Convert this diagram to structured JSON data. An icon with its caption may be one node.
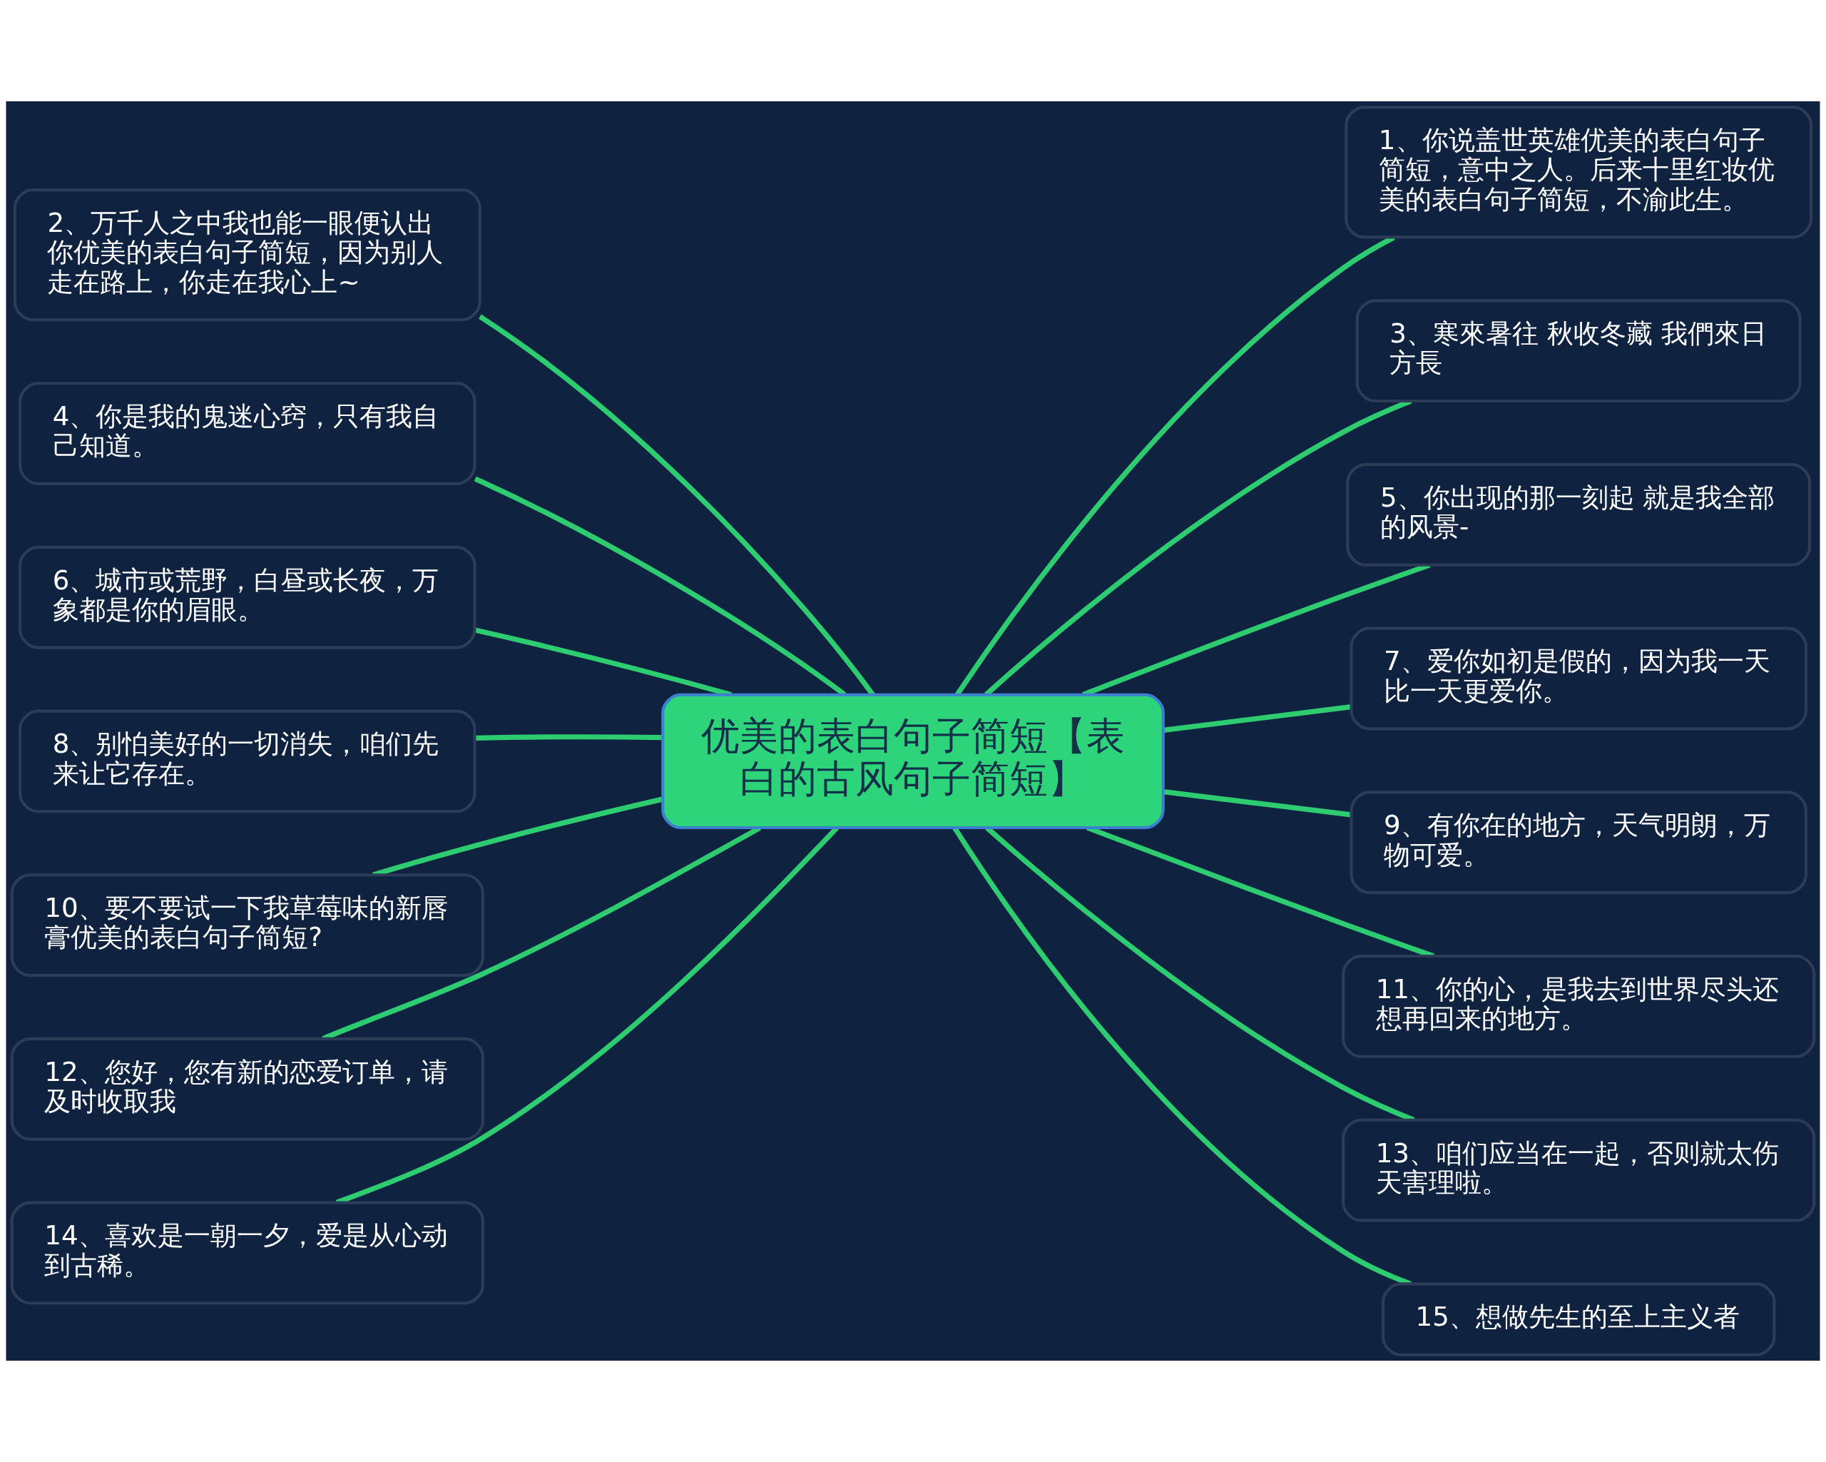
{
  "diagram": {
    "nodes": [
      {
        "text": [
          "优美的表白句子简短【表白的古风句子简短】"
        ]
      },
      {
        "text": [
          "1、你说盖世英雄优美的表白句子简短，意中之人。后来十里红妆优美的表白句子简短，不渝此生。"
        ]
      },
      {
        "text": [
          "2、万千人之中我也能一眼便认出你优美的表白句子简短，因为别人走在路上，你走在我心上~"
        ]
      },
      {
        "text": [
          "3、寒來暑往 秋收冬藏 我們來日方長"
        ]
      },
      {
        "text": [
          "4、你是我的鬼迷心窍，只有我自己知道。"
        ]
      },
      {
        "text": [
          "5、你出现的那一刻起 就是我全部的风景-"
        ]
      },
      {
        "text": [
          "6、城市或荒野，白昼或长夜，万象都是你的眉眼。"
        ]
      },
      {
        "text": [
          "7、爱你如初是假的，因为我一天比一天更爱你。"
        ]
      },
      {
        "text": [
          "8、别怕美好的一切消失，咱们先来让它存在。"
        ]
      },
      {
        "text": [
          "9、有你在的地方，天气明朗，万物可爱。"
        ]
      },
      {
        "text": [
          "10、要不要试一下我草莓味的新唇膏优美的表白句子简短?"
        ]
      },
      {
        "text": [
          "11、你的心，是我去到世界尽头还想再回来的地方。"
        ]
      },
      {
        "text": [
          "12、您好，您有新的恋爱订单，请及时收取我"
        ]
      },
      {
        "text": [
          "13、咱们应当在一起，否则就太伤天害理啦。"
        ]
      },
      {
        "text": [
          "14、喜欢是一朝一夕，爱是从心动到古稀。"
        ]
      },
      {
        "text": [
          "15、想做先生的至上主义者"
        ]
      }
    ],
    "edges": [
      {
        "from": 0,
        "to": 1,
        "arrow": "none"
      },
      {
        "from": 0,
        "to": 2,
        "arrow": "none"
      },
      {
        "from": 0,
        "to": 3,
        "arrow": "none"
      },
      {
        "from": 0,
        "to": 4,
        "arrow": "none"
      },
      {
        "from": 0,
        "to": 5,
        "arrow": "none"
      },
      {
        "from": 0,
        "to": 6,
        "arrow": "none"
      },
      {
        "from": 0,
        "to": 7,
        "arrow": "none"
      },
      {
        "from": 0,
        "to": 8,
        "arrow": "none"
      },
      {
        "from": 0,
        "to": 9,
        "arrow": "none"
      },
      {
        "from": 0,
        "to": 10,
        "arrow": "none"
      },
      {
        "from": 0,
        "to": 11,
        "arrow": "none"
      },
      {
        "from": 0,
        "to": 12,
        "arrow": "none"
      },
      {
        "from": 0,
        "to": 13,
        "arrow": "none"
      },
      {
        "from": 0,
        "to": 14,
        "arrow": "none"
      },
      {
        "from": 0,
        "to": 15,
        "arrow": "none"
      }
    ]
  }
}
